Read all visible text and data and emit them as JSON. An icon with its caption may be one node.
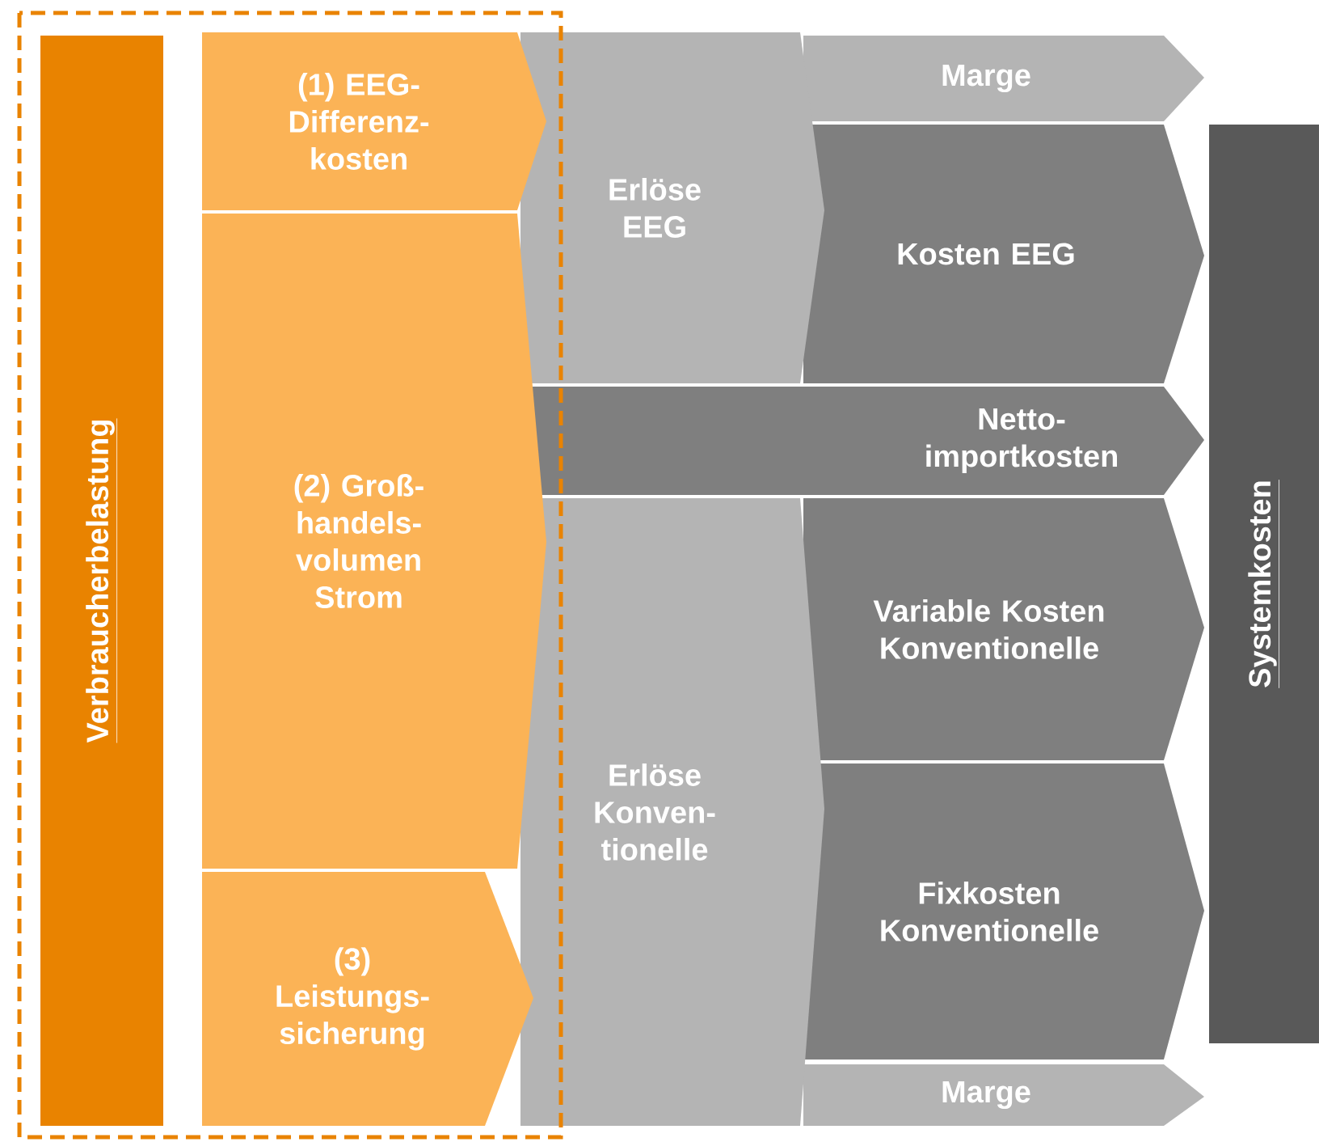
{
  "diagram": {
    "nodes": [
      {
        "text": [
          "Verbraucherbelastung"
        ]
      },
      {
        "text": [
          "(1) EEG-Differenz-kosten"
        ]
      },
      {
        "text": [
          "(2) Groß-handels-volumen Strom"
        ]
      },
      {
        "text": [
          "(3) Leistungs-sicherung"
        ]
      },
      {
        "text": [
          "Erlöse EEG"
        ]
      },
      {
        "text": [
          "Erlöse Konven-tionelle"
        ]
      },
      {
        "text": [
          "Marge"
        ]
      },
      {
        "text": [
          "Kosten EEG"
        ]
      },
      {
        "text": [
          "Netto-importkosten"
        ]
      },
      {
        "text": [
          "Variable Kosten Konventionelle"
        ]
      },
      {
        "text": [
          "Fixkosten Konventionelle"
        ]
      },
      {
        "text": [
          "Marge"
        ]
      },
      {
        "text": [
          "Systemkosten"
        ]
      }
    ]
  }
}
